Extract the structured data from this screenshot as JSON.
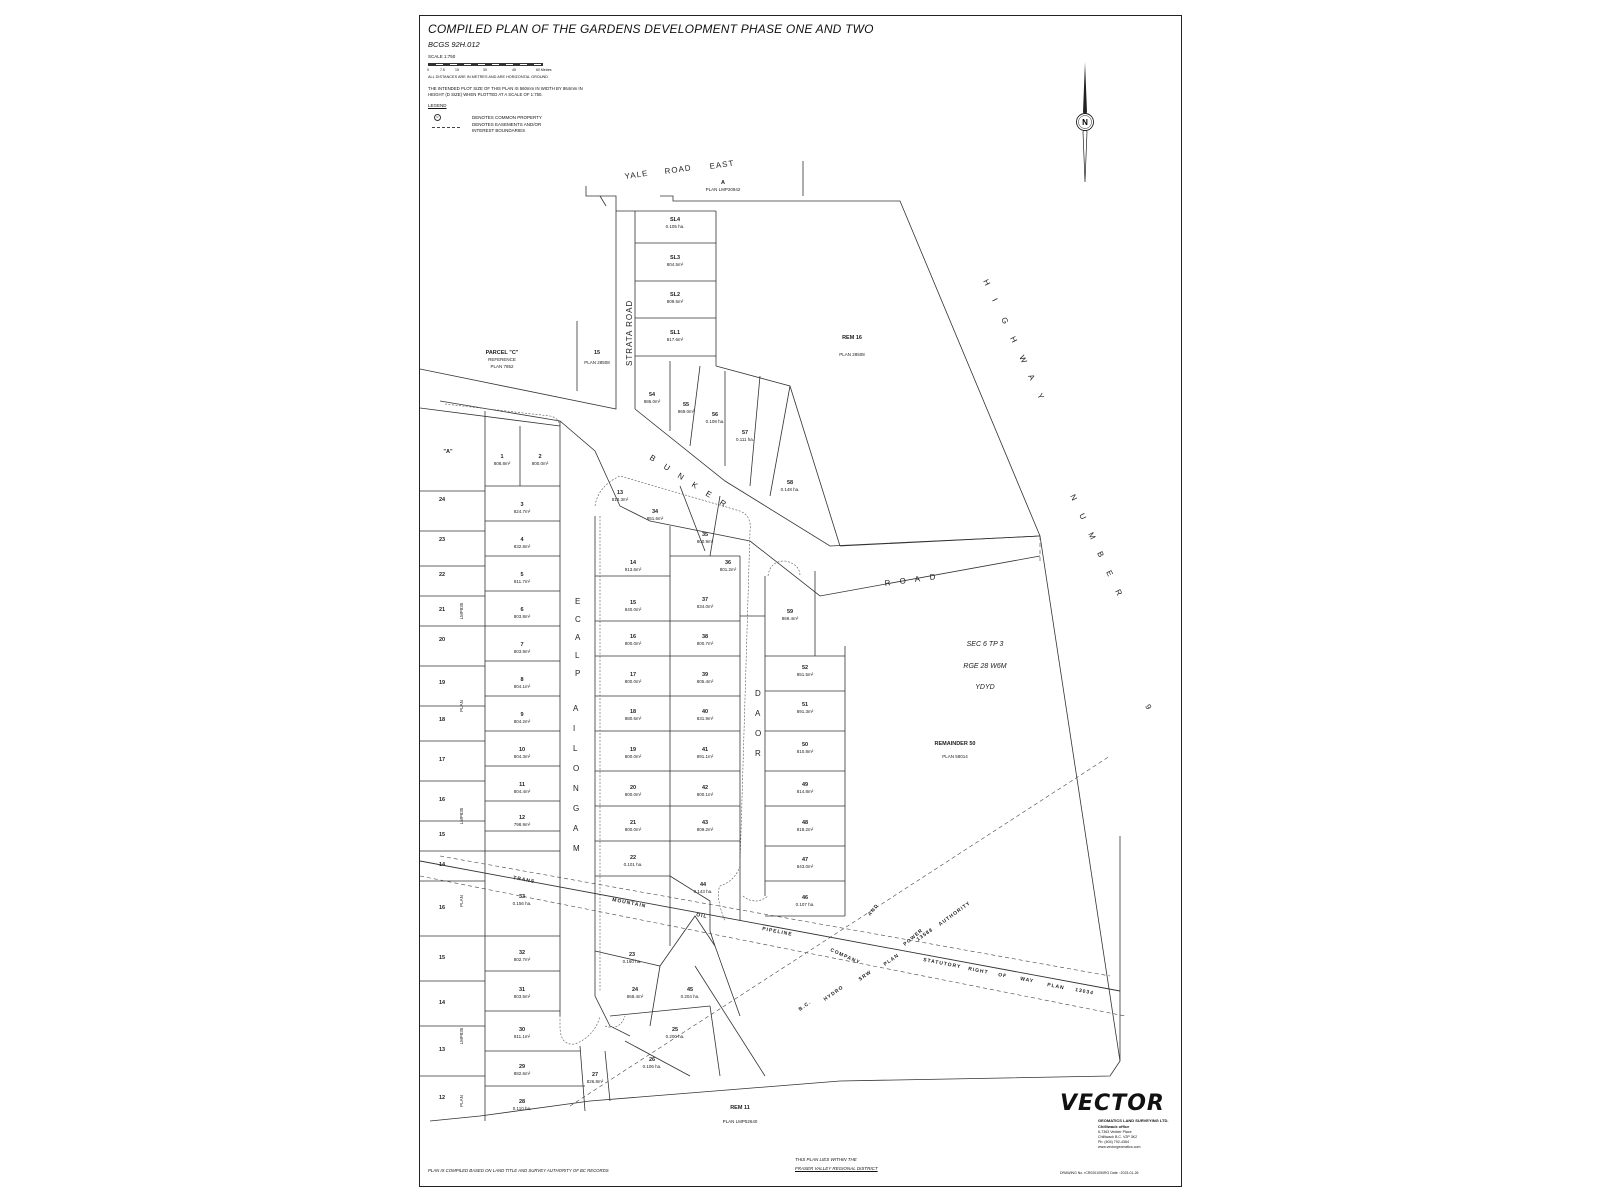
{
  "title": "COMPILED PLAN OF THE GARDENS DEVELOPMENT PHASE ONE AND TWO",
  "bcgs": "BCGS 92H.012",
  "scale": "SCALE 1:750",
  "scale_ticks": [
    "0",
    "7.5",
    "15",
    "30",
    "45",
    "60 Metres"
  ],
  "distance_note": "ALL DISTANCES ARE IN METRES AND ARE HORIZONTAL GROUND",
  "plot_note": "THE INTENDED PLOT SIZE OF THIS PLAN IS 560mm IN WIDTH BY 864mm IN HEIGHT (D SIZE) WHEN PLOTTED AT A SCALE OF 1:750.",
  "legend": {
    "heading": "LEGEND",
    "common_symbol": "C",
    "common": "DENOTES COMMON PROPERTY",
    "easement": "DENOTES EASEMENTS AND/OR INTEREST BOUNDARIES"
  },
  "north_label": "N",
  "streets": {
    "yale_road": [
      "YALE",
      "ROAD",
      "EAST"
    ],
    "strata_road": "STRATA ROAD",
    "bunker": [
      "B",
      "U",
      "N",
      "K",
      "E",
      "R"
    ],
    "road": [
      "R",
      "O",
      "A",
      "D"
    ],
    "magnolia": [
      "M",
      "A",
      "G",
      "N",
      "O",
      "L",
      "I",
      "A"
    ],
    "place": [
      "P",
      "L",
      "A",
      "C",
      "E"
    ],
    "road_v": [
      "R",
      "O",
      "A",
      "D"
    ],
    "highway": [
      "H",
      "I",
      "G",
      "H",
      "W",
      "A",
      "Y"
    ],
    "number": [
      "N",
      "U",
      "M",
      "B",
      "E",
      "R"
    ],
    "nine": "9"
  },
  "parcels": {
    "a_plan": [
      "A",
      "PLAN LMP20942"
    ],
    "rem16": [
      "REM 16",
      "PLAN   28508"
    ],
    "parcel_c": [
      "PARCEL \"C\"",
      "REFERENCE",
      "PLAN 7852"
    ],
    "p15": [
      "15",
      "PLAN  28508"
    ],
    "a_left": "\"A\"",
    "sec": [
      "SEC 6  TP 3",
      "RGE 28   W6M",
      "YDYD"
    ],
    "remainder": [
      "REMAINDER  50",
      "PLAN   58014"
    ],
    "rem11": [
      "REM 11",
      "PLAN    LMP52640"
    ],
    "left_lmp_a": "LMP835",
    "left_plan_a": "PLAN",
    "left_lmp_b": "LMP835",
    "left_plan_b": "PLAN",
    "left_lmp_c": "LMP835",
    "left_plan_c": "PLAN"
  },
  "left_neighbors": [
    "24",
    "23",
    "22",
    "21",
    "20",
    "19",
    "18",
    "17",
    "16",
    "15",
    "14",
    "16",
    "15",
    "14",
    "13",
    "12"
  ],
  "lots": [
    {
      "n": "SL4",
      "a": "0.105 ha."
    },
    {
      "n": "SL3",
      "a": "804.5m²"
    },
    {
      "n": "SL2",
      "a": "809.5m²"
    },
    {
      "n": "SL1",
      "a": "817.6m²"
    },
    {
      "n": "54",
      "a": "886.0m²"
    },
    {
      "n": "55",
      "a": "969.0m²"
    },
    {
      "n": "56",
      "a": "0.108 ha."
    },
    {
      "n": "57",
      "a": "0.111 ha."
    },
    {
      "n": "58",
      "a": "0.148 ha."
    },
    {
      "n": "1",
      "a": "808.8m²"
    },
    {
      "n": "2",
      "a": "800.0m²"
    },
    {
      "n": "3",
      "a": "824.7m²"
    },
    {
      "n": "4",
      "a": "832.8m²"
    },
    {
      "n": "5",
      "a": "811.7m²"
    },
    {
      "n": "6",
      "a": "803.8m²"
    },
    {
      "n": "7",
      "a": "803.9m²"
    },
    {
      "n": "8",
      "a": "804.1m²"
    },
    {
      "n": "9",
      "a": "804.2m²"
    },
    {
      "n": "10",
      "a": "804.3m²"
    },
    {
      "n": "11",
      "a": "804.4m²"
    },
    {
      "n": "12",
      "a": "798.9m²"
    },
    {
      "n": "33",
      "a": "0.156 ha."
    },
    {
      "n": "32",
      "a": "802.7m²"
    },
    {
      "n": "31",
      "a": "803.5m²"
    },
    {
      "n": "30",
      "a": "811.1m²"
    },
    {
      "n": "29",
      "a": "882.6m²"
    },
    {
      "n": "28",
      "a": "0.110 ha."
    },
    {
      "n": "27",
      "a": "826.8m²"
    },
    {
      "n": "13",
      "a": "818.3m²"
    },
    {
      "n": "34",
      "a": "851.6m²"
    },
    {
      "n": "35",
      "a": "800.9m²"
    },
    {
      "n": "36",
      "a": "801.2m²"
    },
    {
      "n": "14",
      "a": "913.6m²"
    },
    {
      "n": "15",
      "a": "840.0m²"
    },
    {
      "n": "37",
      "a": "834.0m²"
    },
    {
      "n": "16",
      "a": "800.0m²"
    },
    {
      "n": "38",
      "a": "800.7m²"
    },
    {
      "n": "17",
      "a": "800.0m²"
    },
    {
      "n": "39",
      "a": "805.4m²"
    },
    {
      "n": "18",
      "a": "880.6m²"
    },
    {
      "n": "40",
      "a": "831.9m²"
    },
    {
      "n": "19",
      "a": "800.0m²"
    },
    {
      "n": "41",
      "a": "891.1m²"
    },
    {
      "n": "20",
      "a": "800.0m²"
    },
    {
      "n": "42",
      "a": "800.1m²"
    },
    {
      "n": "21",
      "a": "800.0m²"
    },
    {
      "n": "43",
      "a": "809.2m²"
    },
    {
      "n": "22",
      "a": "0.101 ha."
    },
    {
      "n": "44",
      "a": "0.143 ha."
    },
    {
      "n": "23",
      "a": "0.160 ha."
    },
    {
      "n": "24",
      "a": "868.4m²"
    },
    {
      "n": "45",
      "a": "0.204 ha."
    },
    {
      "n": "25",
      "a": "0.200 ha."
    },
    {
      "n": "26",
      "a": "0.106 ha."
    },
    {
      "n": "59",
      "a": "869.4m²"
    },
    {
      "n": "52",
      "a": "851.5m²"
    },
    {
      "n": "51",
      "a": "891.3m²"
    },
    {
      "n": "50",
      "a": "810.8m²"
    },
    {
      "n": "49",
      "a": "814.8m²"
    },
    {
      "n": "48",
      "a": "818.2m²"
    },
    {
      "n": "47",
      "a": "843.0m²"
    },
    {
      "n": "46",
      "a": "0.107 ha."
    }
  ],
  "easement_words": {
    "trans": "TRANS",
    "mountain": "MOUNTAIN",
    "oil": "OIL",
    "pipeline": "PIPELINE",
    "company": "COMPANY",
    "and": "AND",
    "power": "POWER",
    "authority": "AUTHORITY",
    "bc": "B.C.",
    "hydro": "HYDRO",
    "srw": "SRW",
    "plan": "PLAN",
    "plan_no": "13588",
    "statutory": "STATUTORY",
    "right": "RIGHT",
    "of": "OF",
    "way": "WAY",
    "plan2": "PLAN",
    "plan2_no": "13034"
  },
  "footer": {
    "left": "PLAN IS COMPILED BASED ON LAND TITLE AND SURVEY AUTHORITY OF BC RECORDS",
    "mid1": "THIS PLAN LIES WITHIN THE",
    "mid2": "FRASER VALLEY REGIONAL DISTRICT",
    "right": "DRAWING No. rCR0201050RG   Date : 2023-01-26"
  },
  "logo": {
    "word": "VECTOR",
    "sub": "GEOMATICS LAND SURVEYING LTD.",
    "office": "Chilliwack office",
    "a1": "6-7363 Vedder Place",
    "a2": "Chilliwack B.C. V2P 3K2",
    "a3": "Ph: (604) 792-4364",
    "a4": "www.vectorgeomatics.com"
  }
}
